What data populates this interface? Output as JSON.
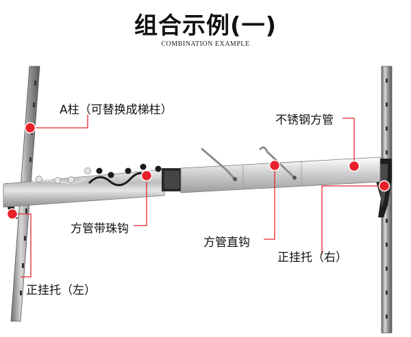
{
  "header": {
    "title": "组合示例(一)",
    "subtitle": "COMBINATION EXAMPLE"
  },
  "labels": {
    "a_post": "A柱（可替换成梯柱）",
    "stainless_square_tube": "不锈钢方管",
    "square_tube_ball_hook": "方管带珠钩",
    "square_tube_straight_hook": "方管直钩",
    "front_bracket_right": "正挂托（右）",
    "front_bracket_left": "正挂托（左）"
  },
  "colors": {
    "marker": "#e8202a",
    "leader_line": "#e8202a",
    "post_metal": "#9a9a9a",
    "tube_metal": "#c9c9c9",
    "hook_black": "#1a1a1a"
  }
}
